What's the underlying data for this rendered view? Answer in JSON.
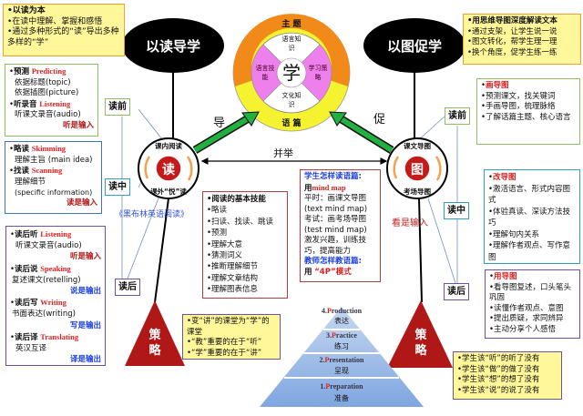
{
  "top_left": [
    "以读为本",
    "在读中理解、掌握和感悟",
    "通过多种形式的“读”导出多种多样的“学”"
  ],
  "left_title": "以读导学",
  "right_title": "以图促学",
  "top_right": [
    "用思维导图深度解读文本",
    "通过支架，让学生说一说",
    "图文转化，帮学生理一理",
    "换个角度，促学生练一练"
  ],
  "wheel": {
    "center": "学",
    "outer_top": "主 题",
    "outer_bottom": "语 篇",
    "seg_top": "语言知识",
    "seg_bottom": "文化知识",
    "seg_left": "语言技能",
    "seg_right": "学习策略"
  },
  "arrows": {
    "left": "导",
    "right": "促",
    "both": "并举"
  },
  "read_circle": {
    "center": "读",
    "top": "课内阅读",
    "bottom": "课外“悦”读",
    "book": "《黑布林英语阅读》"
  },
  "map_circle": {
    "center": "图",
    "top": "课文导图",
    "bottom": "考场导图",
    "note": "看是输入"
  },
  "stages": {
    "pre": "读前",
    "while": "读中",
    "post": "读后"
  },
  "left_pre": {
    "h1": "预测",
    "e1": "Predicting",
    "l1": "依据标题(topic)",
    "l2": "依据插图(picture)",
    "h2": "听录音",
    "e2": "Listening",
    "l3": "听课文录音(audio)",
    "note": "听是输入"
  },
  "left_while": {
    "h1": "略读",
    "e1": "Skimming",
    "l1": "理解主旨 (main idea)",
    "h2": "找读",
    "e2": "Scanning",
    "l2": "理解细节",
    "l3": "(specific information)",
    "note": "读是输入"
  },
  "left_post": [
    {
      "h": "读后听",
      "e": "Listening",
      "l": "听课文录音(audio)",
      "note": "听是输入"
    },
    {
      "h": "读后说",
      "e": "Speaking",
      "l": "复述课文(retelling)",
      "note": "说是输出"
    },
    {
      "h": "读后写",
      "e": "Writing",
      "l": "书面表达(writing)",
      "note": "写是输出"
    },
    {
      "h": "读后译",
      "e": "Translating",
      "l": "英汉互译",
      "note": "译是输出"
    }
  ],
  "strategy": "策略",
  "strategy_note": [
    "变“讲”的课堂为“学”的课堂",
    "“教”重要的在于“听”",
    "“学”重要的在于“讲”"
  ],
  "skills": [
    "阅读的基本技能",
    "略读",
    "扫读、找读、跳读",
    "预测",
    "理解大意",
    "猜测词义",
    "推断理解细节",
    "理解文章结构",
    "理解图表信息"
  ],
  "mindmap": {
    "q1": "学生怎样读语篇:",
    "use1a": "用",
    "use1b": "mind map",
    "l1": "平时：画课文导图(text mind map)",
    "l2": "考试：画考场导图(test mind map)",
    "l3": "激发兴趣，训练技巧，提高能力",
    "q2": "教师怎样教语篇:",
    "use2a": "用",
    "use2b": "“4P”模式"
  },
  "pyramid": [
    {
      "num": "4.",
      "p": "P",
      "rest": "roduction",
      "cn": "表达"
    },
    {
      "num": "3.",
      "p": "P",
      "rest": "ractice",
      "cn": "练习"
    },
    {
      "num": "2.",
      "p": "P",
      "rest": "resentation",
      "cn": "呈现"
    },
    {
      "num": "1.",
      "p": "P",
      "rest": "reparation",
      "cn": "准备"
    }
  ],
  "right_pre": {
    "h": "画导图",
    "items": [
      "预测课文，找关键词",
      "手画导图，梳理脉络",
      "了解话篇主题、核心语言"
    ]
  },
  "right_while": {
    "h": "改导图",
    "items": [
      "激活语言、形式内容图式",
      "体验真读、深读方法技巧",
      "理解句内关系",
      "理解作者观点、写作意图"
    ]
  },
  "right_post": {
    "h": "用导图",
    "items": [
      "看导图复述，口头笔头巩固",
      "读懂作者观点、意图",
      "提出质疑，求同辨异",
      "主动分享个人感悟"
    ]
  },
  "right_note": [
    "学生该“听”的听了没有",
    "学生该“做”的做了没有",
    "学生该“想”的想了没有",
    "学生该“说”的说了没有"
  ],
  "colors": {
    "dark_red": "#b01818",
    "orange": "#f28a1a",
    "yellow": "#f5f230",
    "pink": "#ee80ee",
    "green": "#1fa03a"
  }
}
